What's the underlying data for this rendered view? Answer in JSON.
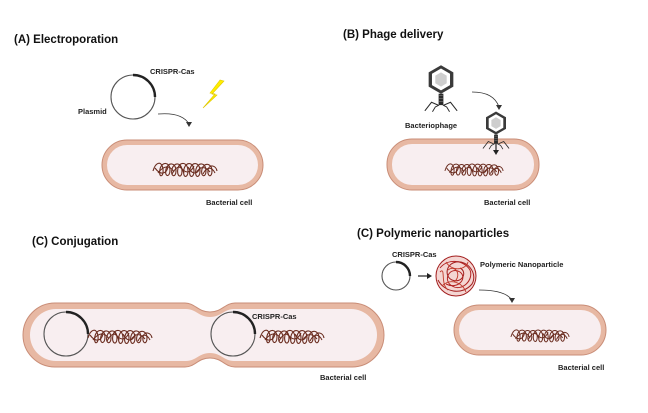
{
  "panels": {
    "electroporation": {
      "title": "(A) Electroporation",
      "plasmid_label": "Plasmid",
      "cas_label": "CRISPR-Cas",
      "cell_label": "Bacterial cell"
    },
    "phage": {
      "title": "(B) Phage delivery",
      "phage_label": "Bacteriophage",
      "cell_label": "Bacterial cell"
    },
    "conjugation": {
      "title": "(C) Conjugation",
      "cas_label": "CRISPR-Cas",
      "cell_label": "Bacterial cell"
    },
    "nanoparticles": {
      "title": "(C) Polymeric nanoparticles",
      "cas_label": "CRISPR-Cas",
      "np_label": "Polymeric Nanoparticle",
      "cell_label": "Bacterial cell"
    }
  },
  "colors": {
    "cell_membrane": "#e7b8a3",
    "cell_interior": "#f8eef0",
    "dna": "#6b2d20",
    "lightning": "#ffee00",
    "nanoparticle": "#c0392b"
  }
}
